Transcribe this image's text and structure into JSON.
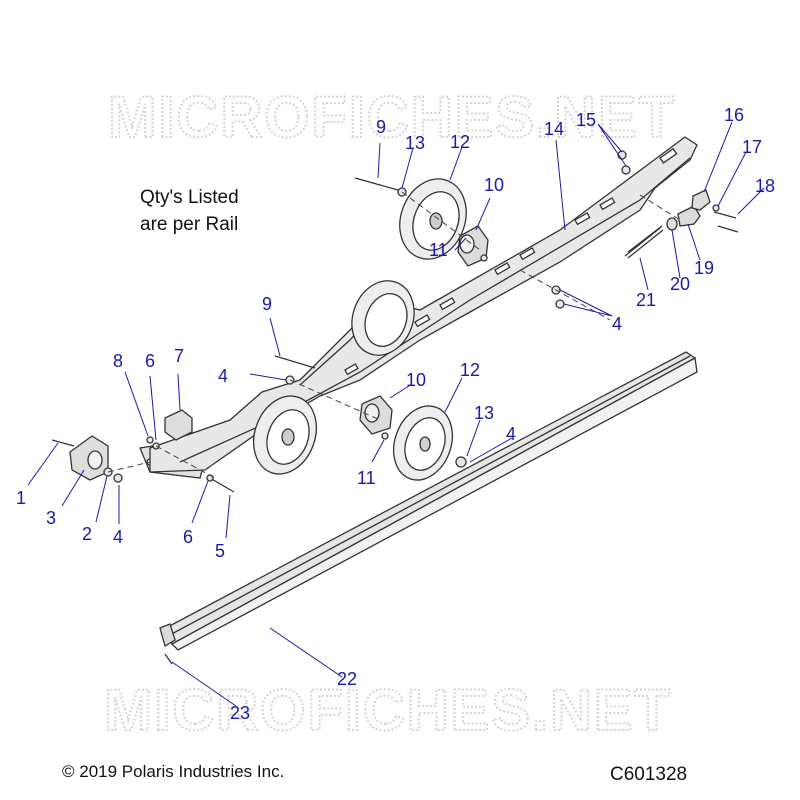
{
  "watermark": "MICROFICHES.NET",
  "note": {
    "line1": "Qty's Listed",
    "line2": "are per Rail"
  },
  "copyright": "© 2019 Polaris Industries Inc.",
  "diagram_id": "C601328",
  "callouts": [
    "1",
    "2",
    "3",
    "4",
    "5",
    "6",
    "7",
    "8",
    "9",
    "10",
    "11",
    "12",
    "13",
    "14",
    "15",
    "16",
    "17",
    "18",
    "19",
    "20",
    "21",
    "22",
    "23"
  ],
  "colors": {
    "callout": "#1a1aa8",
    "part_fill": "#e4e4e4",
    "part_stroke": "#333333",
    "watermark": "#d4d4d4"
  }
}
